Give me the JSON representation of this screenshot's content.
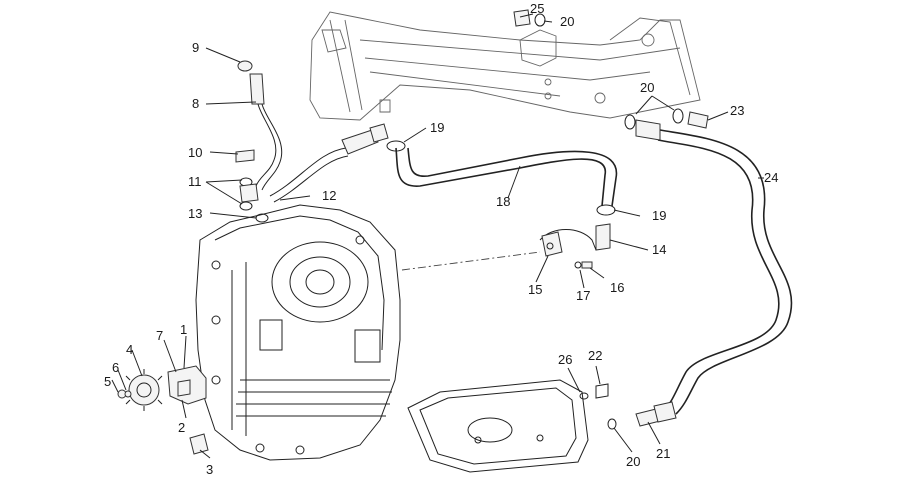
{
  "callouts": {
    "c1": "1",
    "c2": "2",
    "c3": "3",
    "c4": "4",
    "c5": "5",
    "c6": "6",
    "c7": "7",
    "c8": "8",
    "c9": "9",
    "c10": "10",
    "c11": "11",
    "c12": "12",
    "c13": "13",
    "c14": "14",
    "c15": "15",
    "c16": "16",
    "c17": "17",
    "c18": "18",
    "c19a": "19",
    "c19b": "19",
    "c20a": "20",
    "c20b": "20",
    "c20c": "20",
    "c21": "21",
    "c22": "22",
    "c23": "23",
    "c24": "24",
    "c25": "25",
    "c26": "26"
  }
}
